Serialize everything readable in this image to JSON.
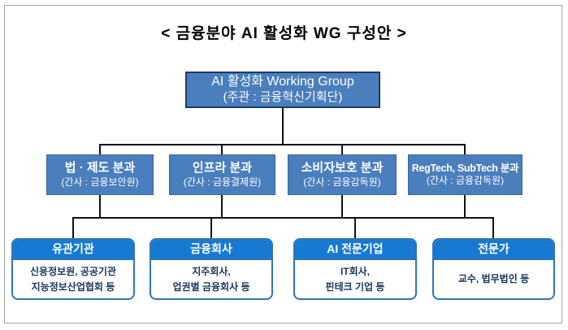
{
  "title": "< 금융분야 AI 활성화 WG 구성안 >",
  "root": {
    "line1": "AI 활성화 Working Group",
    "line2": "(주관 : 금융혁신기획단)"
  },
  "branches": [
    {
      "name": "법 · 제도 분과",
      "secretary": "(간사 : 금융보안원)"
    },
    {
      "name": "인프라 분과",
      "secretary": "(간사 : 금융결제원)"
    },
    {
      "name": "소비자보호 분과",
      "secretary": "(간사 : 금융감독원)"
    },
    {
      "name": "RegTech, SubTech 분과",
      "secretary": "(간사 : 금융감독원)"
    }
  ],
  "groups": [
    {
      "header": "유관기관",
      "body": "신용정보원, 공공기관\n지능정보산업협회 등"
    },
    {
      "header": "금융회사",
      "body": "지주회사,\n업권별 금융회사 등"
    },
    {
      "header": "AI 전문기업",
      "body": "IT회사,\n핀테크 기업 등"
    },
    {
      "header": "전문가",
      "body": "교수, 법무법인 등"
    }
  ],
  "colors": {
    "box_blue": "#4a7ebd",
    "root_border": "#1d3d63",
    "card_header_blue": "#177ad2",
    "card_border_blue": "#2e75b6",
    "body_text_navy": "#17365d",
    "connector": "#111111",
    "frame_gray": "#a3a3a3"
  }
}
